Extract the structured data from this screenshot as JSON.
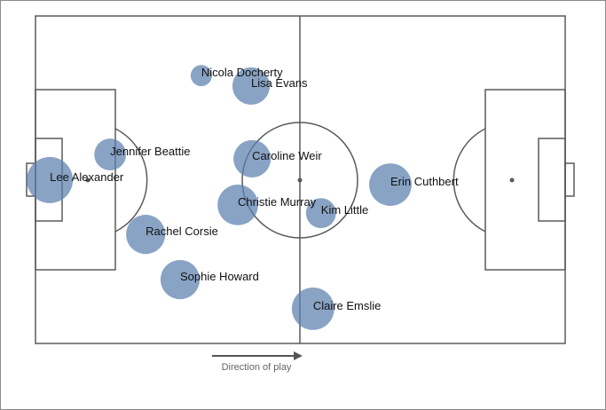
{
  "chart_data": {
    "type": "scatter",
    "title": "",
    "description_label": "Direction of play",
    "x_range": [
      0,
      100
    ],
    "y_range": [
      0,
      100
    ],
    "marker_color": "#5b7fad",
    "players": [
      {
        "name": "Nicola Docherty",
        "x": 31.3,
        "y": 18.2,
        "size": 0.46
      },
      {
        "name": "Lisa Evans",
        "x": 40.7,
        "y": 21.4,
        "size": 0.81
      },
      {
        "name": "Jennifer Beattie",
        "x": 14.1,
        "y": 42.3,
        "size": 0.69
      },
      {
        "name": "Lee Alexander",
        "x": 2.7,
        "y": 50.1,
        "size": 1.0
      },
      {
        "name": "Caroline Weir",
        "x": 40.9,
        "y": 43.6,
        "size": 0.81
      },
      {
        "name": "Christie Murray",
        "x": 38.2,
        "y": 57.7,
        "size": 0.88
      },
      {
        "name": "Kim Little",
        "x": 53.9,
        "y": 60.2,
        "size": 0.65
      },
      {
        "name": "Rachel Corsie",
        "x": 20.8,
        "y": 66.7,
        "size": 0.85
      },
      {
        "name": "Sophie Howard",
        "x": 27.3,
        "y": 80.5,
        "size": 0.85
      },
      {
        "name": "Claire Emslie",
        "x": 52.4,
        "y": 89.4,
        "size": 0.92
      },
      {
        "name": "Erin Cuthbert",
        "x": 67.0,
        "y": 51.5,
        "size": 0.92
      }
    ]
  }
}
